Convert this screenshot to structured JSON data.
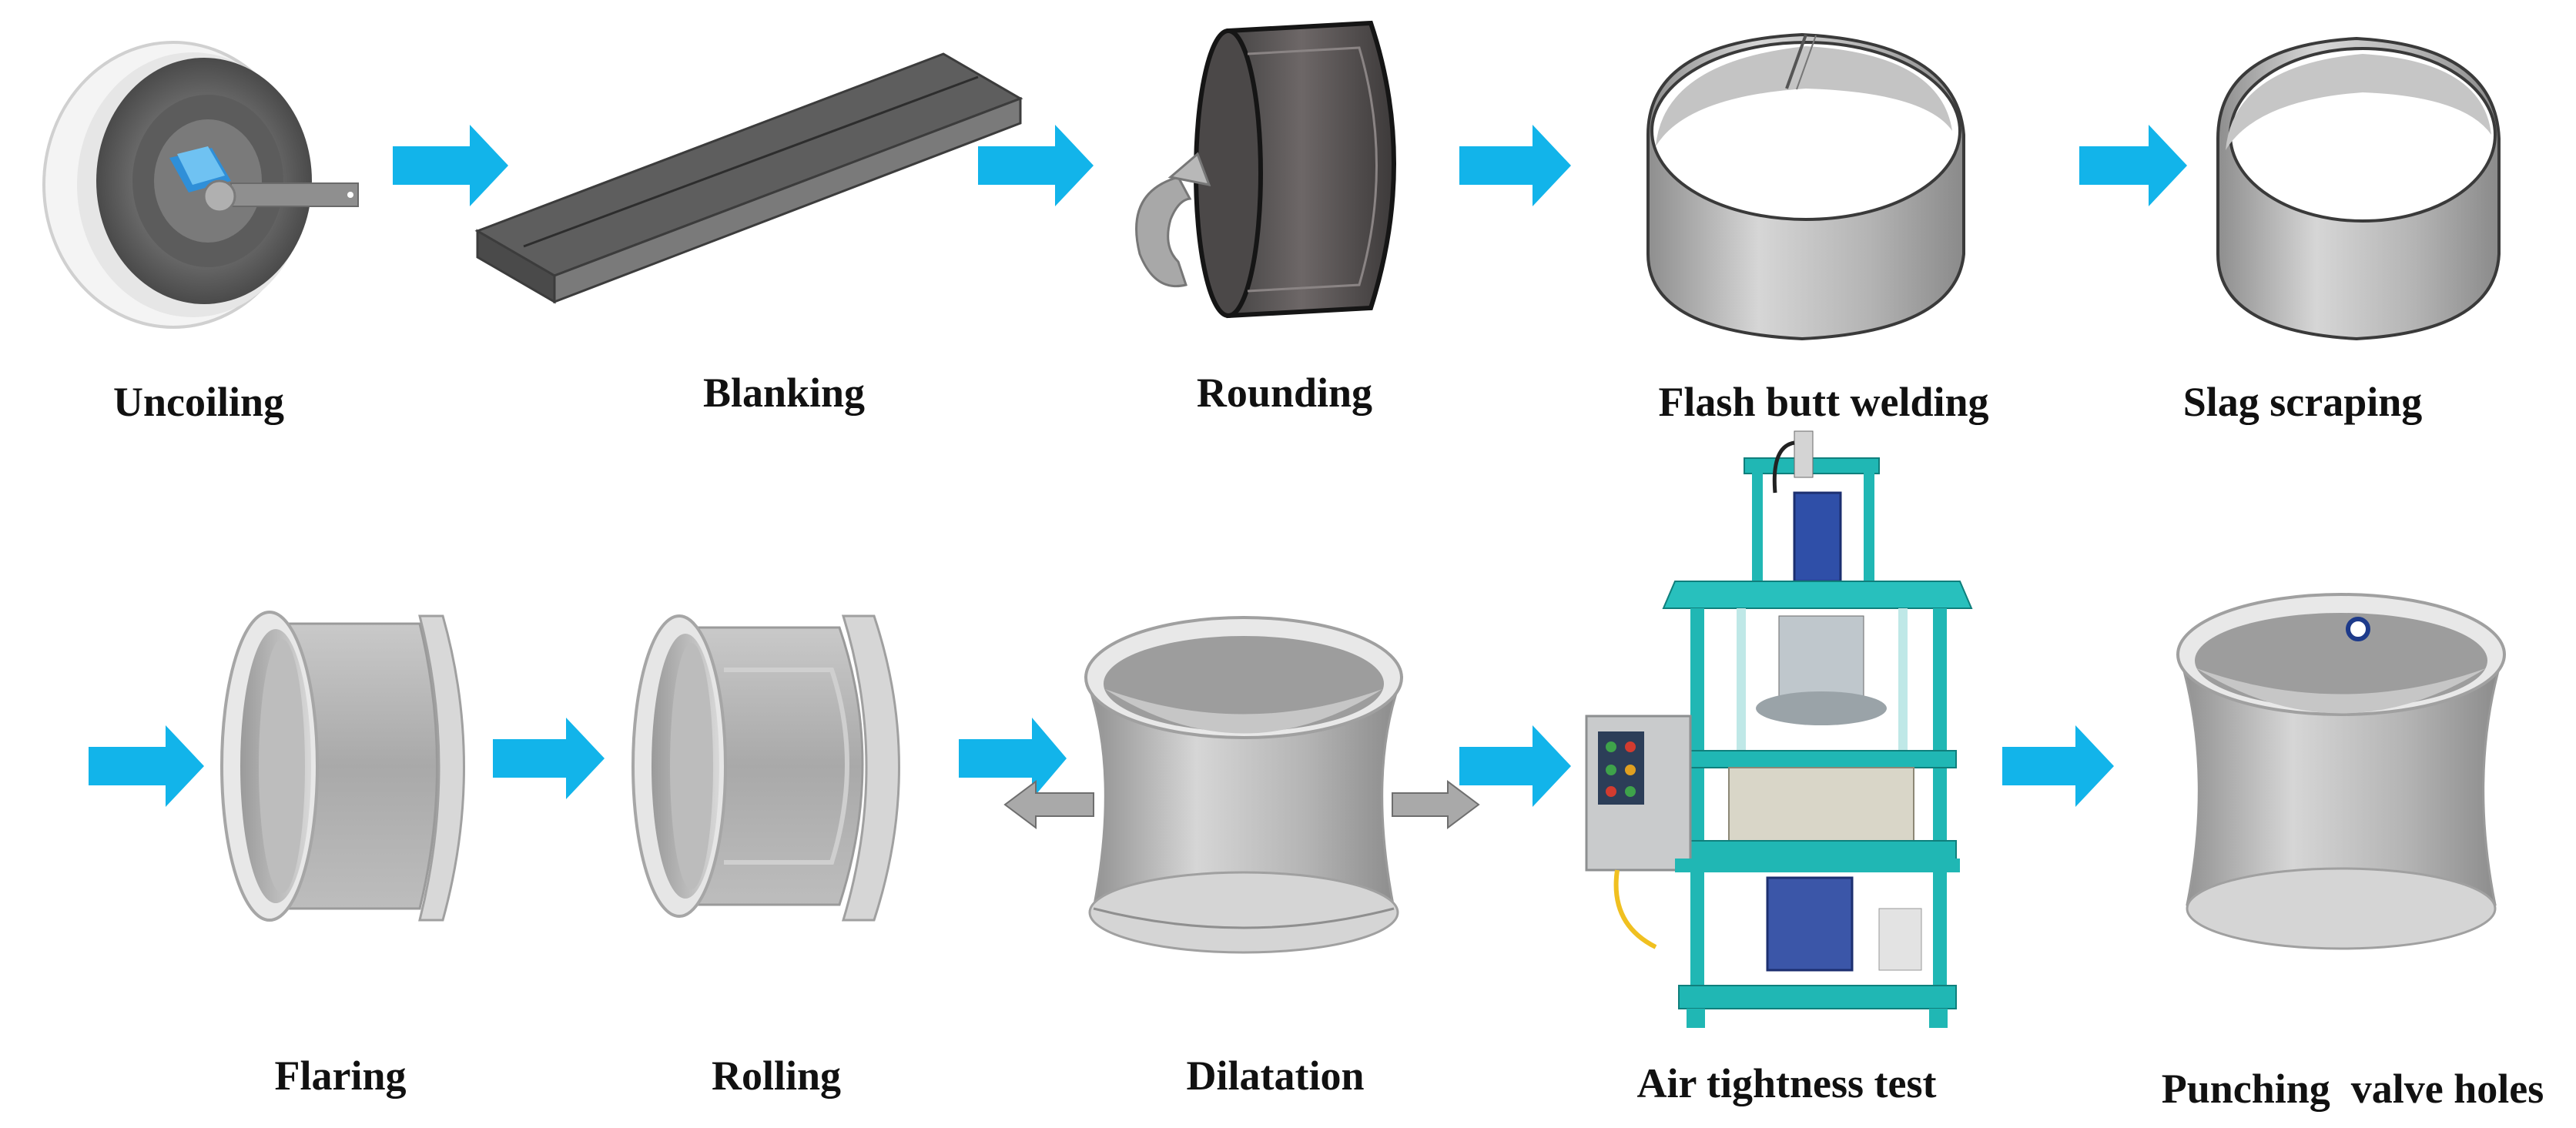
{
  "steps": [
    {
      "label": "Uncoiling"
    },
    {
      "label": "Blanking"
    },
    {
      "label": "Rounding"
    },
    {
      "label": "Flash butt welding"
    },
    {
      "label": "Slag scraping"
    },
    {
      "label": "Flaring"
    },
    {
      "label": "Rolling"
    },
    {
      "label": "Dilatation"
    },
    {
      "label": "Air tightness test"
    },
    {
      "label": "Punching  valve holes"
    }
  ],
  "colors": {
    "flow_arrow": "#12b4ea",
    "reverse_arrow": "#a9a9a9",
    "metal_light": "#dcdcdc",
    "metal_mid": "#a8a8a8",
    "machine_frame": "#20b7b4"
  }
}
